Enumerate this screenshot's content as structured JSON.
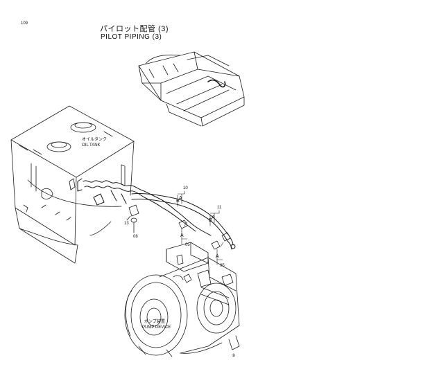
{
  "page": {
    "number": "109",
    "title_jp": "パイロット配管 (3)",
    "title_en": "PILOT PIPING (3)"
  },
  "labels": {
    "oil_tank_jp": "オイルタンク",
    "oil_tank_en": "OIL TANK",
    "pump_device_jp": "ポンプ装置",
    "pump_device_en": "PUMP DEVICE"
  },
  "part_numbers": {
    "hose_b_a_upper": "10",
    "hose_b_a_lower": "11",
    "clamp": "13",
    "bolt": "08",
    "fitting_a": "05",
    "fitting_b": "05",
    "sheet_mark": "⑨"
  },
  "connection_letters": {
    "upper_a": "A",
    "upper_b": "B",
    "lower_a": "A",
    "lower_b": "B",
    "fitting_a_letter": "A",
    "fitting_b_letter": "A"
  },
  "colors": {
    "line": "#1a1a1a",
    "background": "#ffffff"
  }
}
